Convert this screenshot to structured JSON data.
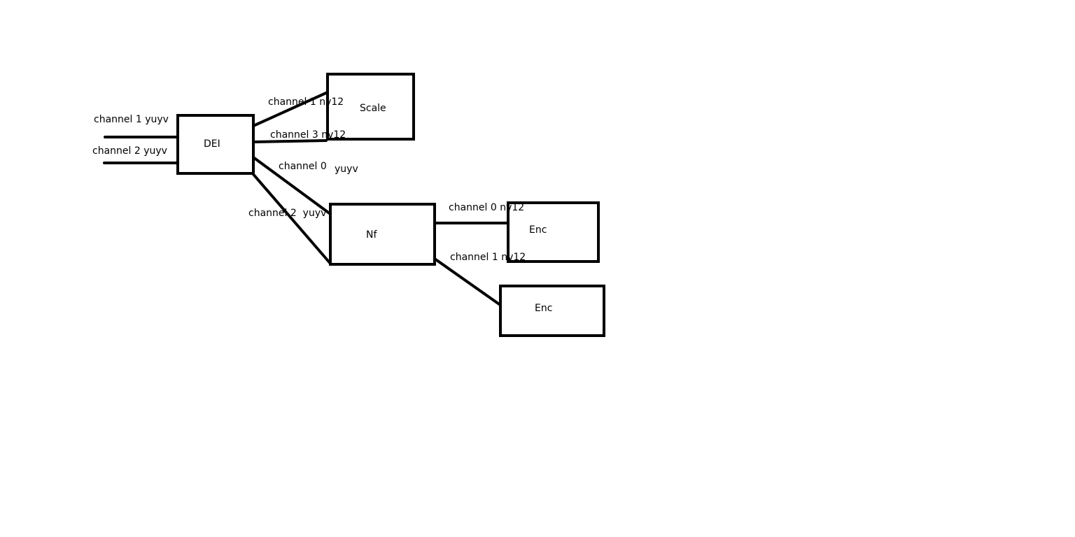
{
  "nodes": {
    "dei": "DEI",
    "scale": "Scale",
    "nf": "Nf",
    "enc_top": "Enc",
    "enc_bottom": "Enc"
  },
  "edge_labels": {
    "in_channel1": "channel 1 yuyv",
    "in_channel2": "channel 2 yuyv",
    "dei_scale_channel1": "channel 1 nv12",
    "dei_scale_channel3": "channel 3 nv12",
    "dei_nf_channel0": "channel 0",
    "dei_nf_channel0_format": "yuyv",
    "dei_nf_channel2": "channel 2  yuyv",
    "nf_enc_channel0": "channel 0 nv12",
    "nf_enc_channel1": "channel 1 nv12"
  }
}
